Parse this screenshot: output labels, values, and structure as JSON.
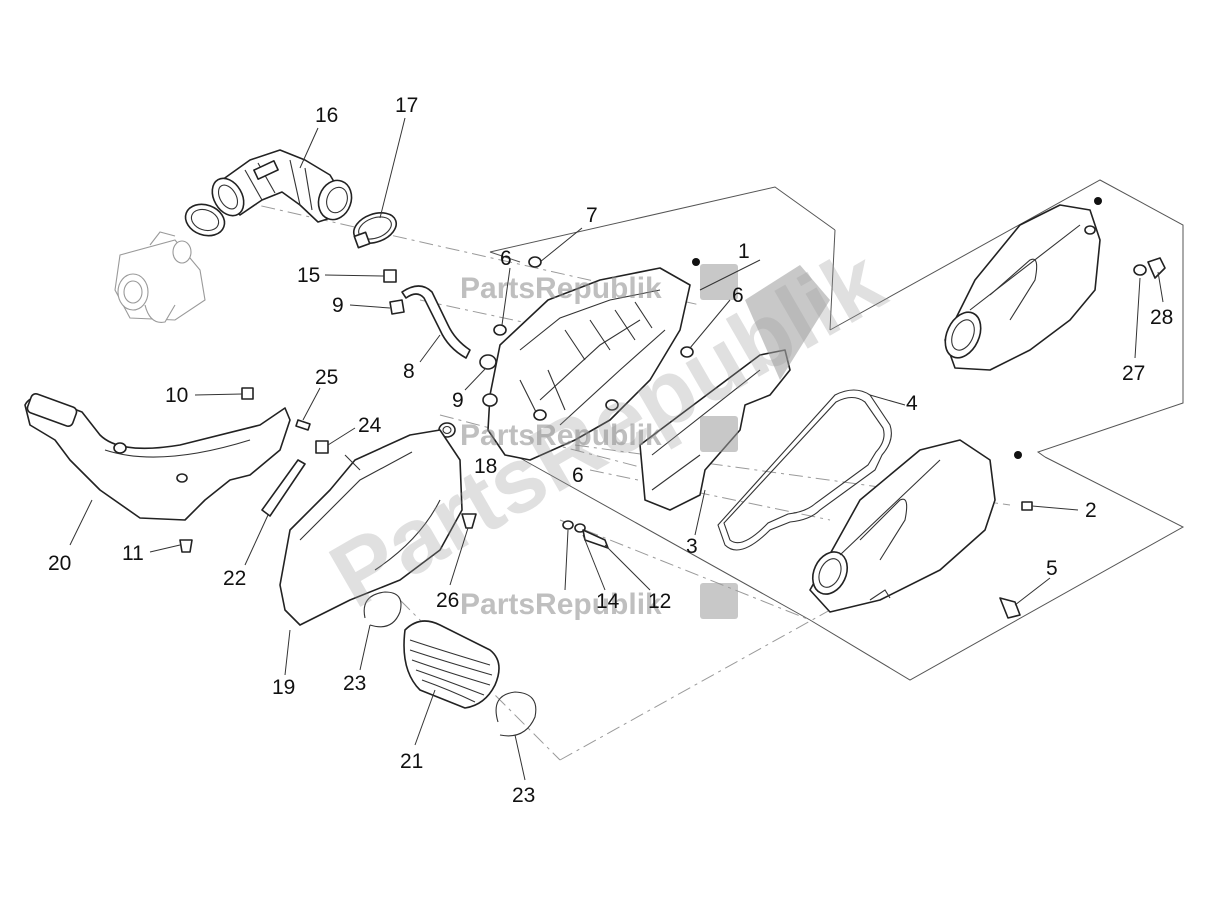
{
  "watermark": {
    "brand": "PartsRepublik"
  },
  "callouts": [
    "1",
    "2",
    "3",
    "4",
    "5",
    "6",
    "6",
    "6",
    "7",
    "8",
    "9",
    "9",
    "10",
    "11",
    "12",
    "14",
    "15",
    "16",
    "17",
    "18",
    "19",
    "20",
    "21",
    "22",
    "23",
    "23",
    "24",
    "25",
    "26",
    "27",
    "28"
  ]
}
